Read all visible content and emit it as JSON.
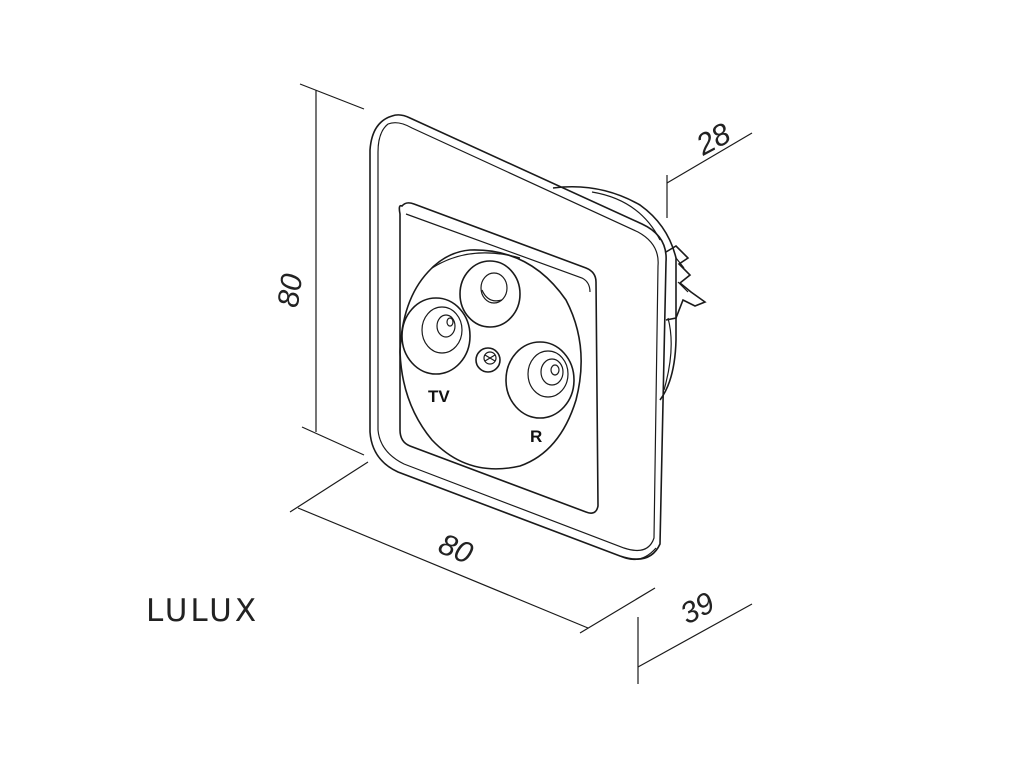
{
  "dimensions": {
    "height": "80",
    "width": "80",
    "depth_top": "28",
    "depth_bottom": "39"
  },
  "socket_labels": {
    "tv": "TV",
    "radio": "R"
  },
  "brand": "LULUX",
  "colors": {
    "line": "#1a1a1a",
    "background": "#ffffff"
  }
}
